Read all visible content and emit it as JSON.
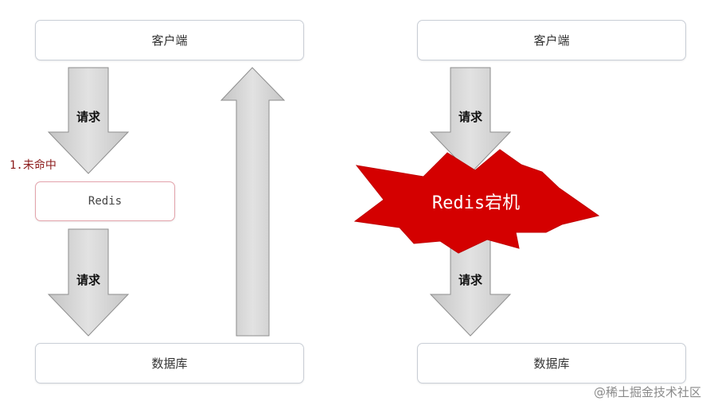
{
  "left": {
    "client_label": "客户端",
    "request_label_top": "请求",
    "miss_label": "1.未命中",
    "redis_label": "Redis",
    "request_label_bottom": "请求",
    "database_label": "数据库"
  },
  "right": {
    "client_label": "客户端",
    "request_label_top": "请求",
    "crash_label": "Redis宕机",
    "request_label_bottom": "请求",
    "database_label": "数据库"
  },
  "watermark": "@稀土掘金技术社区",
  "colors": {
    "arrow_fill": "#d4d4d4",
    "crash_fill": "#d40000",
    "redis_border": "#e3a3ab",
    "miss_text": "#8b1a1a"
  }
}
